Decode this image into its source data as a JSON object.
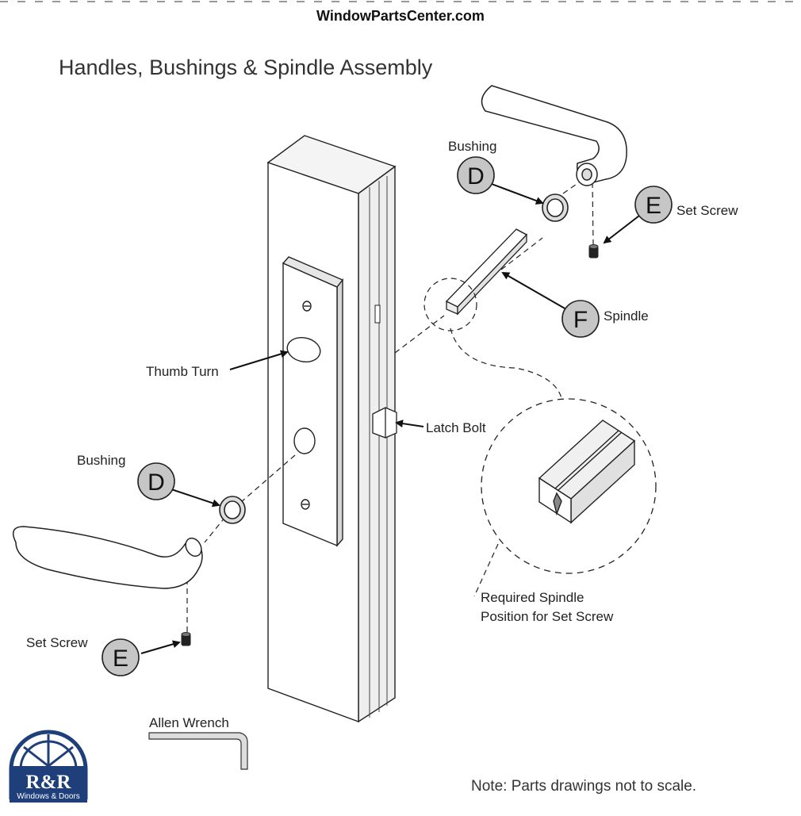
{
  "site": "WindowPartsCenter.com",
  "title": "Handles, Bushings & Spindle Assembly",
  "labels": {
    "bushing_top": "Bushing",
    "bushing_left": "Bushing",
    "set_screw_right": "Set Screw",
    "set_screw_left": "Set Screw",
    "spindle": "Spindle",
    "thumb_turn": "Thumb Turn",
    "latch_bolt": "Latch Bolt",
    "required_line1": "Required Spindle",
    "required_line2": "Position for Set Screw",
    "allen_wrench": "Allen Wrench",
    "note": "Note: Parts drawings not to scale."
  },
  "callouts": {
    "d_top": "D",
    "e_right": "E",
    "f": "F",
    "d_left": "D",
    "e_left": "E"
  },
  "logo": {
    "top": "R&R",
    "bottom": "Windows & Doors",
    "color": "#1f3f7a"
  }
}
